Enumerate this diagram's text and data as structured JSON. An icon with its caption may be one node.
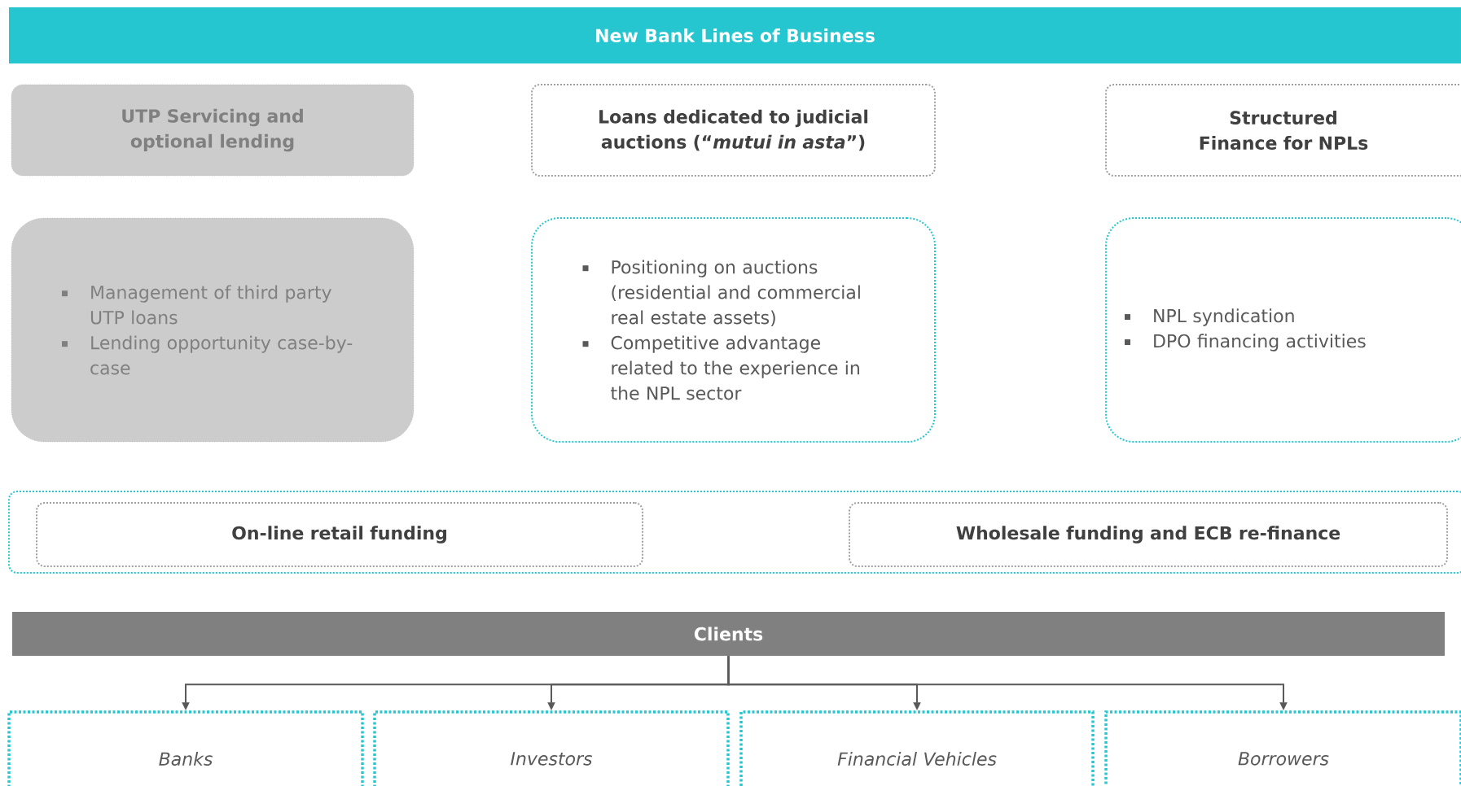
{
  "diagram": {
    "nodes": [
      {
        "text": [
          "New Bank Lines of Business"
        ]
      },
      {
        "text": [
          "UTP Servicing and optional lending"
        ]
      },
      {
        "text": [
          "Loans dedicated to judicial auctions (“*mutui in asta*”)"
        ]
      },
      {
        "text": [
          "Structured Finance for NPLs"
        ]
      },
      {
        "text": [
          "Management of third party UTP loans",
          "Lending opportunity case-by-case"
        ]
      },
      {
        "text": [
          "Positioning on auctions (residential and commercial real estate assets)",
          "Competitive advantage related to the experience in the NPL sector"
        ]
      },
      {
        "text": [
          "NPL syndication",
          "DPO financing activities"
        ]
      },
      {
        "text": [],
        "shape": "box"
      },
      {
        "text": [
          "On-line retail funding"
        ],
        "in": 7
      },
      {
        "text": [
          "Wholesale funding and ECB re-finance"
        ],
        "in": 7
      },
      {
        "text": [
          "Clients"
        ]
      },
      {
        "text": [
          "Banks"
        ]
      },
      {
        "text": [
          "Investors"
        ]
      },
      {
        "text": [
          "Financial Vehicles"
        ]
      },
      {
        "text": [
          "Borrowers"
        ]
      }
    ],
    "edges": [
      {
        "from": 10,
        "to": 11,
        "arrow": "to"
      },
      {
        "from": 10,
        "to": 12,
        "arrow": "to"
      },
      {
        "from": 10,
        "to": 13,
        "arrow": "to"
      },
      {
        "from": 10,
        "to": 14,
        "arrow": "to"
      }
    ]
  }
}
